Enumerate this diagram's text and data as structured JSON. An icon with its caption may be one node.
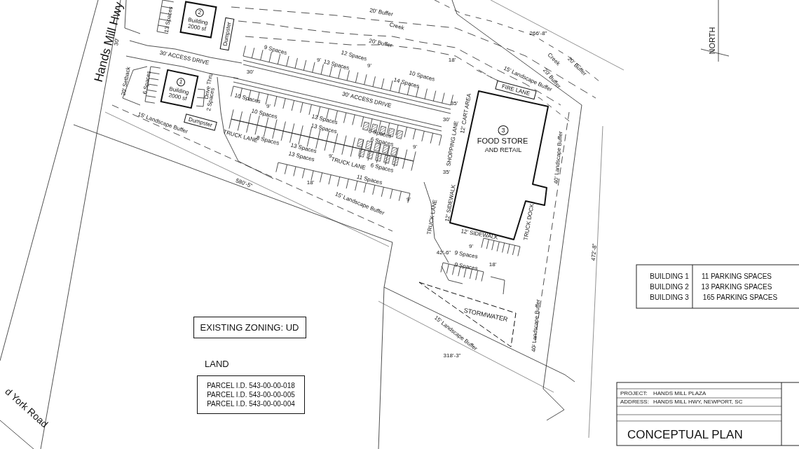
{
  "diagram": {
    "nodes": [
      {
        "text": [
          "2",
          "Building 2000 sf"
        ]
      },
      {
        "text": [
          "Dumpster"
        ]
      },
      {
        "text": [
          "1",
          "Building 2000 sf"
        ]
      },
      {
        "text": [
          "Dumpster"
        ]
      },
      {
        "text": [
          "FIRE LANE"
        ]
      },
      {
        "text": [
          "3",
          "FOOD STORE",
          "AND RETAIL"
        ]
      },
      {
        "text": [
          "STORMWATER"
        ]
      },
      {
        "text": [
          "EXISTING ZONING: UD"
        ]
      },
      {
        "text": [
          "LAND",
          "PARCEL I.D. 543-00-00-018",
          "PARCEL I.D. 543-00-00-005",
          "PARCEL I.D. 543-00-00-004"
        ]
      }
    ],
    "labels": [
      "Hands Mill Hwy",
      "20' Buffer",
      "Creek",
      "20' Buffer",
      "266'-8\"",
      "NORTH",
      "13 Spaces",
      "30'",
      "30' ACCESS DRIVE",
      "20' Setback",
      "6 Spaces",
      "Drive Thru",
      "2 Spaces",
      "15' Landscape Buffer",
      "9 Spaces",
      "9'",
      "13 Spaces",
      "12 Spaces",
      "9'",
      "18'",
      "10 Spaces",
      "14 Spaces",
      "15' Landscape Buffer",
      "20' Buffer",
      "Creek",
      "20' Buffer",
      "30'",
      "30' ACCESS DRIVE",
      "10 Spaces",
      "9'",
      "10 Spaces",
      "13 Spaces",
      "35'",
      "30'",
      "12' CART AREA",
      "SHOPPING LANE",
      "13 Spaces",
      "TRUCK LANE",
      "8 Spaces",
      "6 Spaces",
      "6 Spaces",
      "9'",
      "13 Spaces",
      "13 Spaces",
      "9'",
      "TRUCK LANE",
      "6 Spaces",
      "35'",
      "11 Spaces",
      "18'",
      "9'",
      "580'-5\"",
      "15' Landscape Buffer",
      "TRUCK LANE",
      "12' SIDEWALK",
      "TRUCK DOCK",
      "12' SIDEWALK",
      "9'",
      "42'-6\"",
      "9 Spaces",
      "9 Spaces",
      "18'",
      "40' Landscape Buffer",
      "472'-8\"",
      "40' Landscape Buffer",
      "15' Landscape Buffer",
      "318'-3\"",
      "d York Road",
      "BUILDING 1",
      "11 PARKING SPACES",
      "BUILDING 2",
      "13 PARKING SPACES",
      "BUILDING 3",
      "165 PARKING SPACES",
      "PROJECT:",
      "HANDS MILL PLAZA",
      "ADDRESS:",
      "HANDS MILL HWY, NEWPORT, SC",
      "CONCEPTUAL PLAN"
    ]
  }
}
